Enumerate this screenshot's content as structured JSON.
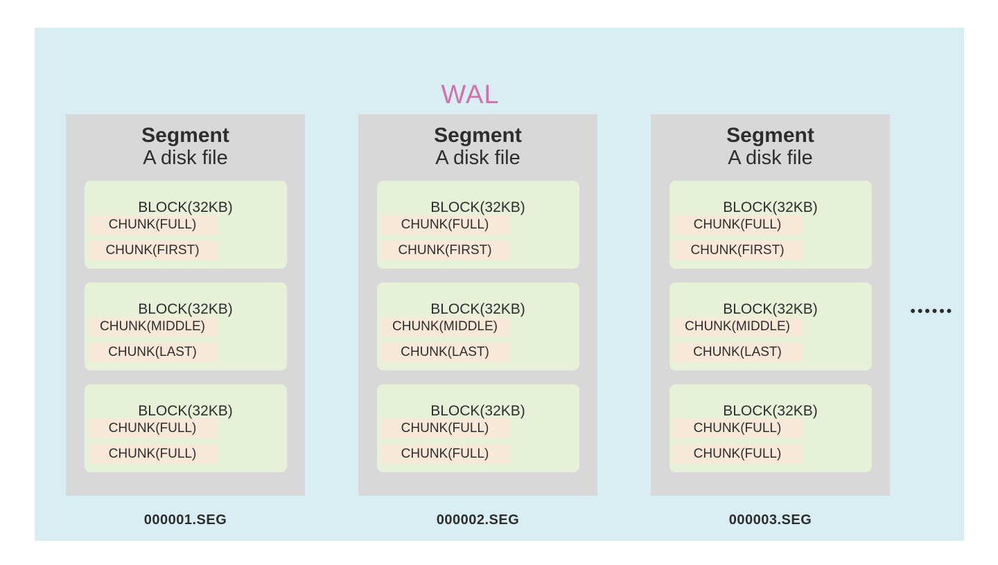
{
  "title": "WAL",
  "more_indicator": "●●●●●●",
  "colors": {
    "background": "#d9eef2",
    "segment": "#d8d8d8",
    "block": "#e6f1d7",
    "chunk": "#f8e8d7",
    "title": "#d170aa",
    "text": "#2d2d2d",
    "dots": "#2b2b2b"
  },
  "segments": [
    {
      "name": "Segment",
      "subtitle": "A disk file",
      "filename": "000001.SEG",
      "blocks": [
        {
          "label": "BLOCK(32KB)",
          "chunks": [
            "CHUNK(FULL)",
            "CHUNK(FIRST)"
          ]
        },
        {
          "label": "BLOCK(32KB)",
          "chunks": [
            "CHUNK(MIDDLE)",
            "CHUNK(LAST)"
          ]
        },
        {
          "label": "BLOCK(32KB)",
          "chunks": [
            "CHUNK(FULL)",
            "CHUNK(FULL)"
          ]
        }
      ]
    },
    {
      "name": "Segment",
      "subtitle": "A disk file",
      "filename": "000002.SEG",
      "blocks": [
        {
          "label": "BLOCK(32KB)",
          "chunks": [
            "CHUNK(FULL)",
            "CHUNK(FIRST)"
          ]
        },
        {
          "label": "BLOCK(32KB)",
          "chunks": [
            "CHUNK(MIDDLE)",
            "CHUNK(LAST)"
          ]
        },
        {
          "label": "BLOCK(32KB)",
          "chunks": [
            "CHUNK(FULL)",
            "CHUNK(FULL)"
          ]
        }
      ]
    },
    {
      "name": "Segment",
      "subtitle": "A disk file",
      "filename": "000003.SEG",
      "blocks": [
        {
          "label": "BLOCK(32KB)",
          "chunks": [
            "CHUNK(FULL)",
            "CHUNK(FIRST)"
          ]
        },
        {
          "label": "BLOCK(32KB)",
          "chunks": [
            "CHUNK(MIDDLE)",
            "CHUNK(LAST)"
          ]
        },
        {
          "label": "BLOCK(32KB)",
          "chunks": [
            "CHUNK(FULL)",
            "CHUNK(FULL)"
          ]
        }
      ]
    }
  ]
}
